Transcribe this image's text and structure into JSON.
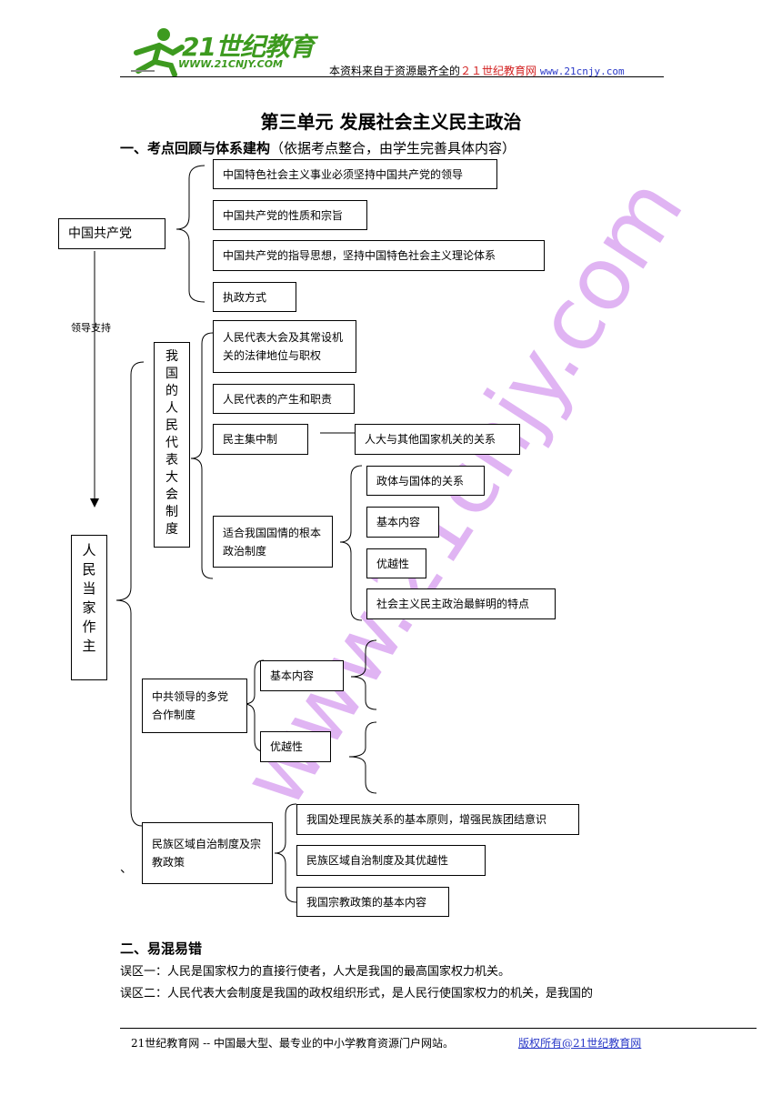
{
  "header": {
    "logo_text": "21世纪教育",
    "logo_url": "WWW.21CNJY.COM",
    "note_prefix": "本资料来自于资源最齐全的",
    "note_site": "２１世纪教育网",
    "note_url": "www.21cnjy.com"
  },
  "title": "第三单元  发展社会主义民主政治",
  "section1": {
    "bold": "一、考点回顾与体系建构",
    "rest": "（依据考点整合，由学生完善具体内容）"
  },
  "diagram": {
    "party": "中国共产党",
    "party_items": [
      "中国特色社会主义事业必须坚持中国共产党的领导",
      "中国共产党的性质和宗旨",
      "中国共产党的指导思想，坚持中国特色社会主义理论体系",
      "执政方式"
    ],
    "arrow_label": "领导支持",
    "people": "人民当家作主",
    "npc_system": "我国的人民代表大会制度",
    "npc_items": [
      "人民代表大会及其常设机关的法律地位与职权",
      "人民代表的产生和职责",
      "民主集中制",
      "适合我国国情的根本政治制度"
    ],
    "democratic_centralism_relation": "人大与其他国家机关的关系",
    "fit_items": [
      "政体与国体的关系",
      "基本内容",
      "优越性",
      "社会主义民主政治最鲜明的特点"
    ],
    "cpc_multi": "中共领导的多党合作制度",
    "cpc_multi_items": [
      "基本内容",
      "优越性"
    ],
    "ethnic": "民族区域自治制度及宗教政策",
    "ethnic_items": [
      "我国处理民族关系的基本原则，增强民族团结意识",
      "民族区域自治制度及其优越性",
      "我国宗教政策的基本内容"
    ],
    "stray_mark": "、"
  },
  "watermark": "www.21cnjy.com",
  "section2": {
    "title": "二、易混易错",
    "items": [
      "误区一：人民是国家权力的直接行使者，人大是我国的最高国家权力机关。",
      "误区二：人民代表大会制度是我国的政权组织形式，是人民行使国家权力的机关，是我国的"
    ]
  },
  "footer": {
    "left": "21世纪教育网 -- 中国最大型、最专业的中小学教育资源门户网站。",
    "right": "版权所有@21世纪教育网"
  },
  "colors": {
    "logo_green": "#3d9a1f",
    "red": "#d21e1e",
    "blue": "#2a39c8",
    "watermark": "#d69cf0"
  }
}
